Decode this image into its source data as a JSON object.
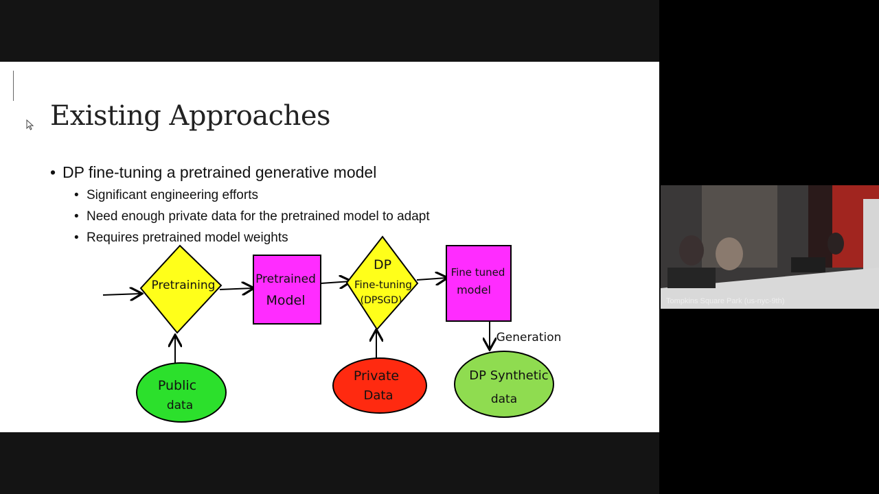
{
  "slide": {
    "title": "Existing Approaches",
    "bullet_main": "DP fine-tuning a pretrained generative model",
    "sub_bullets": [
      "Significant engineering efforts",
      "Need enough private data for the pretrained model to adapt",
      "Requires pretrained model weights"
    ]
  },
  "diagram": {
    "pretraining": "Pretraining",
    "pretrained_model": [
      "Pretrained",
      "Model"
    ],
    "dp_finetuning": [
      "DP",
      "Fine-tuning",
      "(DPSGD)"
    ],
    "finetuned_model": [
      "Fine tuned",
      "model"
    ],
    "generation": "Generation",
    "public_data": [
      "Public",
      "data"
    ],
    "private_data": [
      "Private",
      "Data"
    ],
    "dp_synthetic": [
      "DP Synthetic",
      "data"
    ],
    "colors": {
      "diamond_yellow": "#ffff1a",
      "box_magenta": "#ff2cff",
      "public_green": "#2ce02c",
      "private_red": "#ff2a10",
      "synthetic_green": "#8fdc50"
    }
  },
  "video": {
    "label": "Tompkins Square Park (us-nyc-9th)"
  }
}
